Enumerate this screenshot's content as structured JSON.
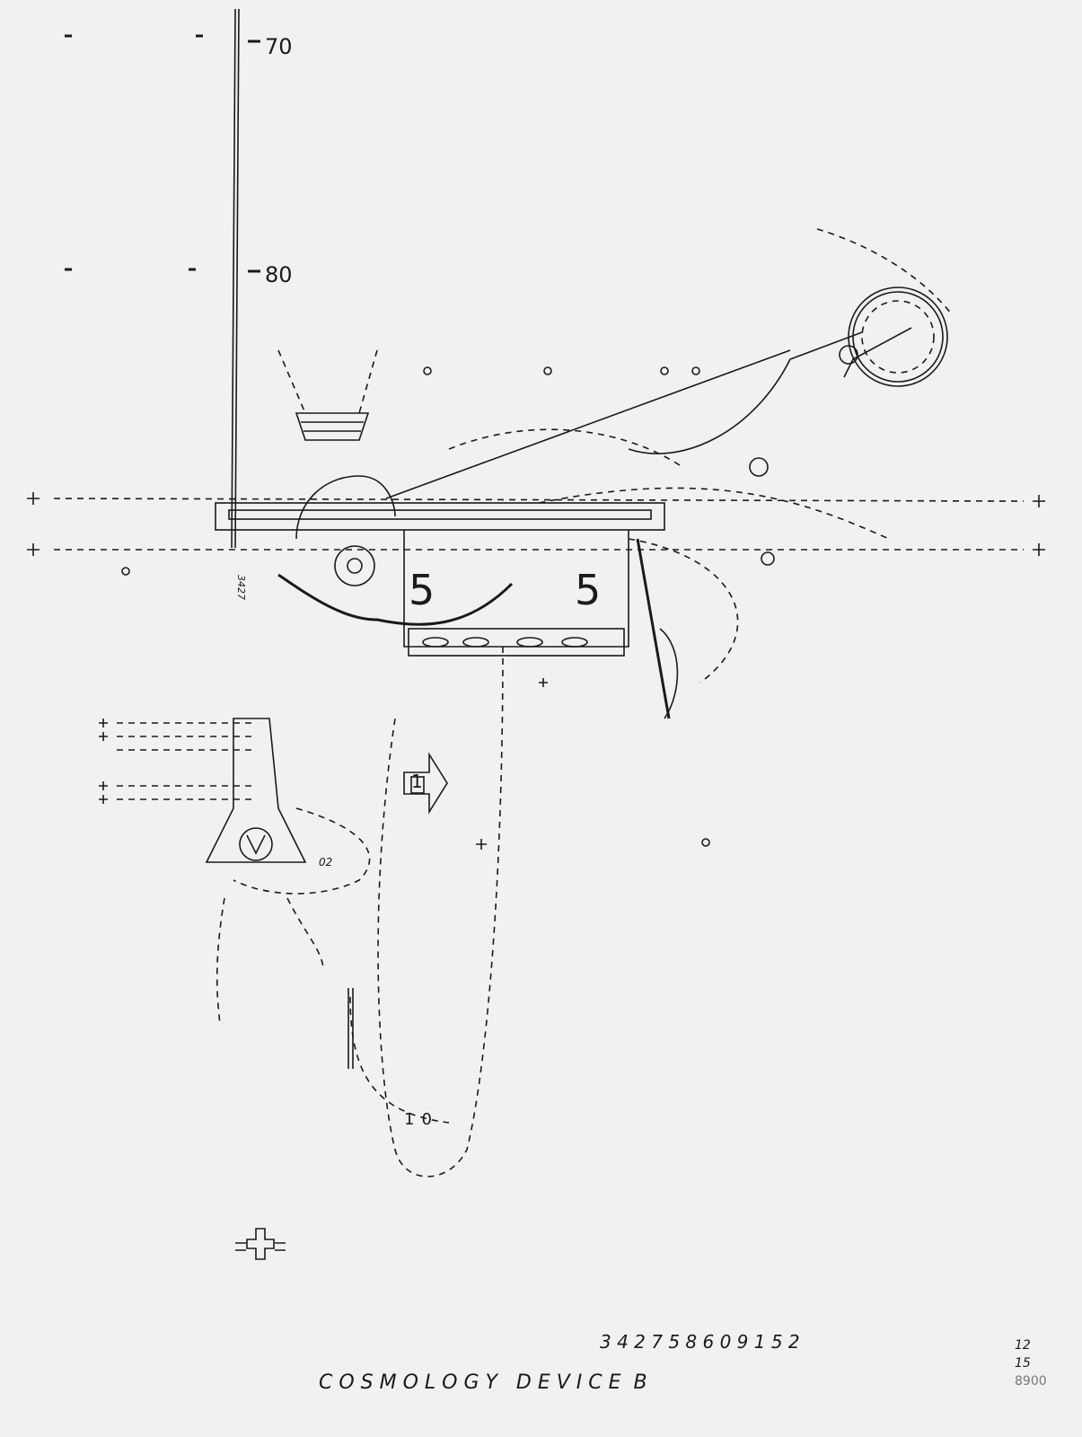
{
  "drawing": {
    "scale_marks": [
      "70",
      "80"
    ],
    "labels": {
      "five_left": "5",
      "five_right": "5",
      "arrow_number": "1",
      "bottom_loop": "10",
      "small_label": "02",
      "vertical_digits": "3427"
    },
    "serial_number": "3 4 2 7 5 8 6 0 9 1 5 2",
    "title": "C O S M O L O G Y   D E V I C E  B",
    "date": {
      "month": "12",
      "day": "15",
      "year": "8900"
    },
    "ink_color": "#1a1a1a",
    "paper_color": "#f1f1f1"
  }
}
